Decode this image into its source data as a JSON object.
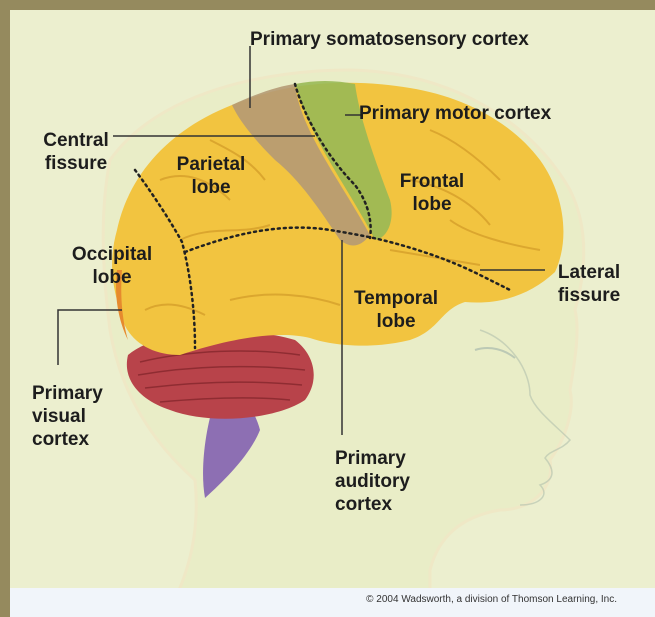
{
  "labels": {
    "primary_somatosensory_cortex": "Primary somatosensory cortex",
    "primary_motor_cortex": "Primary motor cortex",
    "central_fissure": [
      "Central",
      "fissure"
    ],
    "parietal_lobe": [
      "Parietal",
      "lobe"
    ],
    "frontal_lobe": [
      "Frontal",
      "lobe"
    ],
    "occipital_lobe": [
      "Occipital",
      "lobe"
    ],
    "lateral_fissure": [
      "Lateral",
      "fissure"
    ],
    "temporal_lobe": [
      "Temporal",
      "lobe"
    ],
    "primary_visual_cortex": [
      "Primary",
      "visual",
      "cortex"
    ],
    "primary_auditory_cortex": [
      "Primary",
      "auditory",
      "cortex"
    ]
  },
  "copyright": "© 2004 Wadsworth, a division of Thomson Learning, Inc.",
  "colors": {
    "frame": "#958a5e",
    "background": "#ecefcf",
    "brain": "#f2c440",
    "somatosensory": "#b59a74",
    "motor": "#99b955",
    "cerebellum": "#b8434a",
    "brainstem": "#8d6fb3",
    "footer": "#f1f5fa"
  }
}
